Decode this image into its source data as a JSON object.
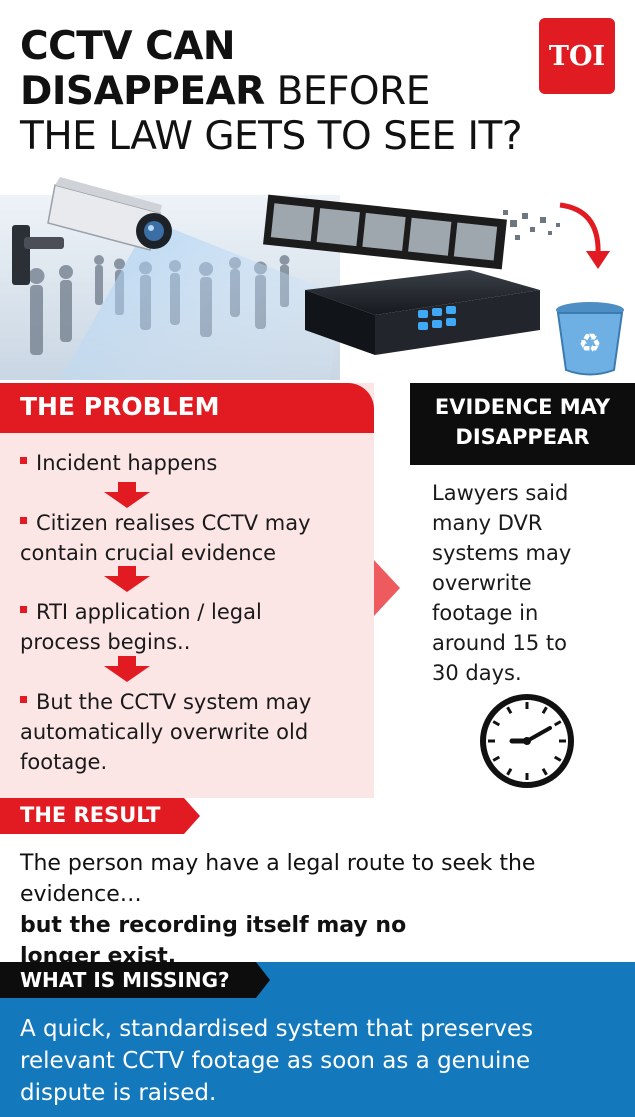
{
  "header": {
    "title_line1": "CCTV CAN",
    "title_line2_bold": "DISAPPEAR",
    "title_line2_rest": " BEFORE",
    "title_line3": "THE LAW GETS TO SEE IT?",
    "logo_text": "TOI"
  },
  "problem": {
    "heading": "THE PROBLEM",
    "steps": [
      {
        "lines": [
          "Incident happens"
        ]
      },
      {
        "lines": [
          "Citizen realises CCTV may",
          "contain crucial evidence"
        ]
      },
      {
        "lines": [
          "RTI application / legal",
          "process begins.."
        ]
      },
      {
        "lines": [
          "But the CCTV system may",
          "automatically overwrite old",
          "footage."
        ]
      }
    ]
  },
  "evidence": {
    "heading_line1": "EVIDENCE MAY",
    "heading_line2": "DISAPPEAR",
    "body_lines": [
      "Lawyers said",
      "many DVR",
      "systems may",
      "overwrite",
      "footage in",
      "around 15 to",
      "30 days."
    ]
  },
  "result": {
    "heading": "THE RESULT",
    "line1": "The person may have a legal route to seek the",
    "line2_plain": "evidence… ",
    "line2_bold": "but the recording itself may no",
    "line3_bold": "longer exist."
  },
  "missing": {
    "heading": "WHAT IS MISSING?",
    "lines": [
      "A quick, standardised system that preserves",
      "relevant CCTV footage as soon as a genuine",
      "dispute is raised."
    ]
  },
  "colors": {
    "accent_red": "#e21b23",
    "panel_pink": "#fbe5e5",
    "missing_blue": "#1478bd",
    "dark": "#0d0d0d"
  },
  "icons": [
    "cctv-camera-icon",
    "dvr-recorder-icon",
    "film-strip-icon",
    "recycle-bin-icon",
    "clock-icon",
    "down-arrow-icon",
    "right-pointer-icon"
  ]
}
